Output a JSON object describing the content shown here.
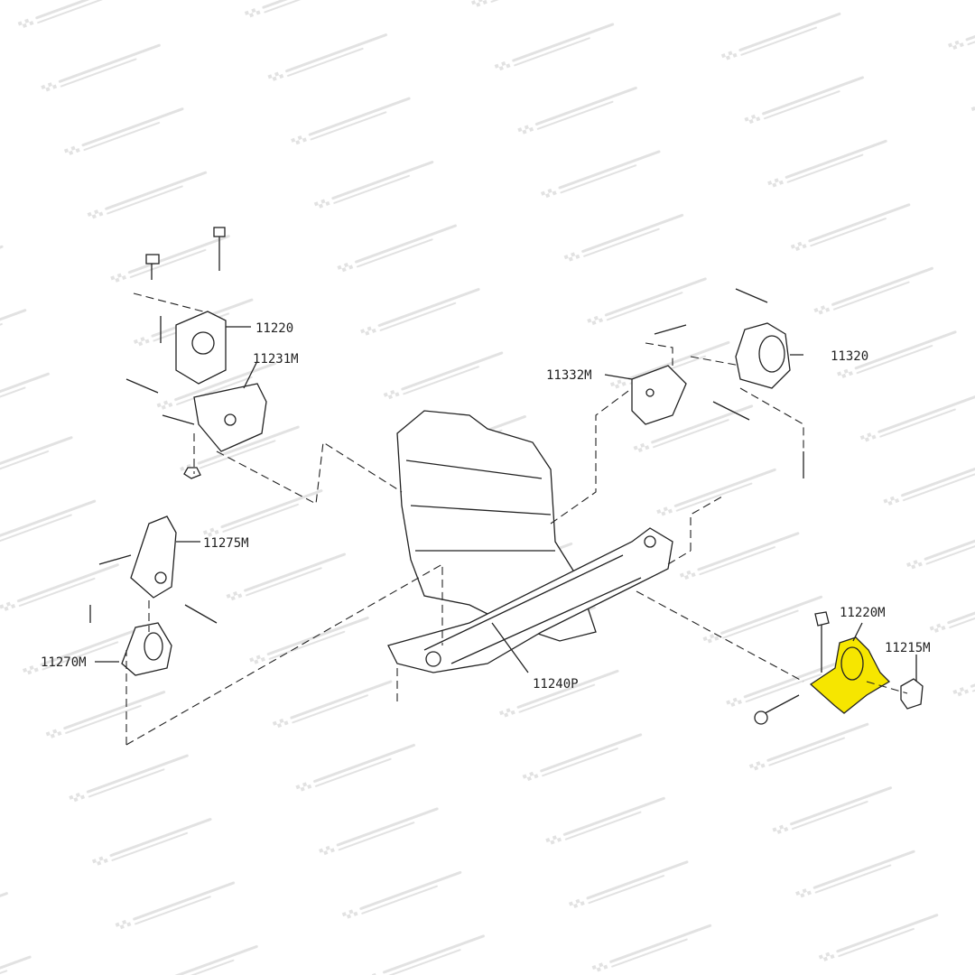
{
  "watermark": "TuAutoSpare.cl",
  "highlight_color": "#f6e600",
  "parts": {
    "p11220": "11220",
    "p11231M": "11231M",
    "p11332M": "11332M",
    "p11320": "11320",
    "p11275M": "11275M",
    "p11270M": "11270M",
    "p11240P": "11240P",
    "p11220M": "11220M",
    "p11215M": "11215M"
  }
}
